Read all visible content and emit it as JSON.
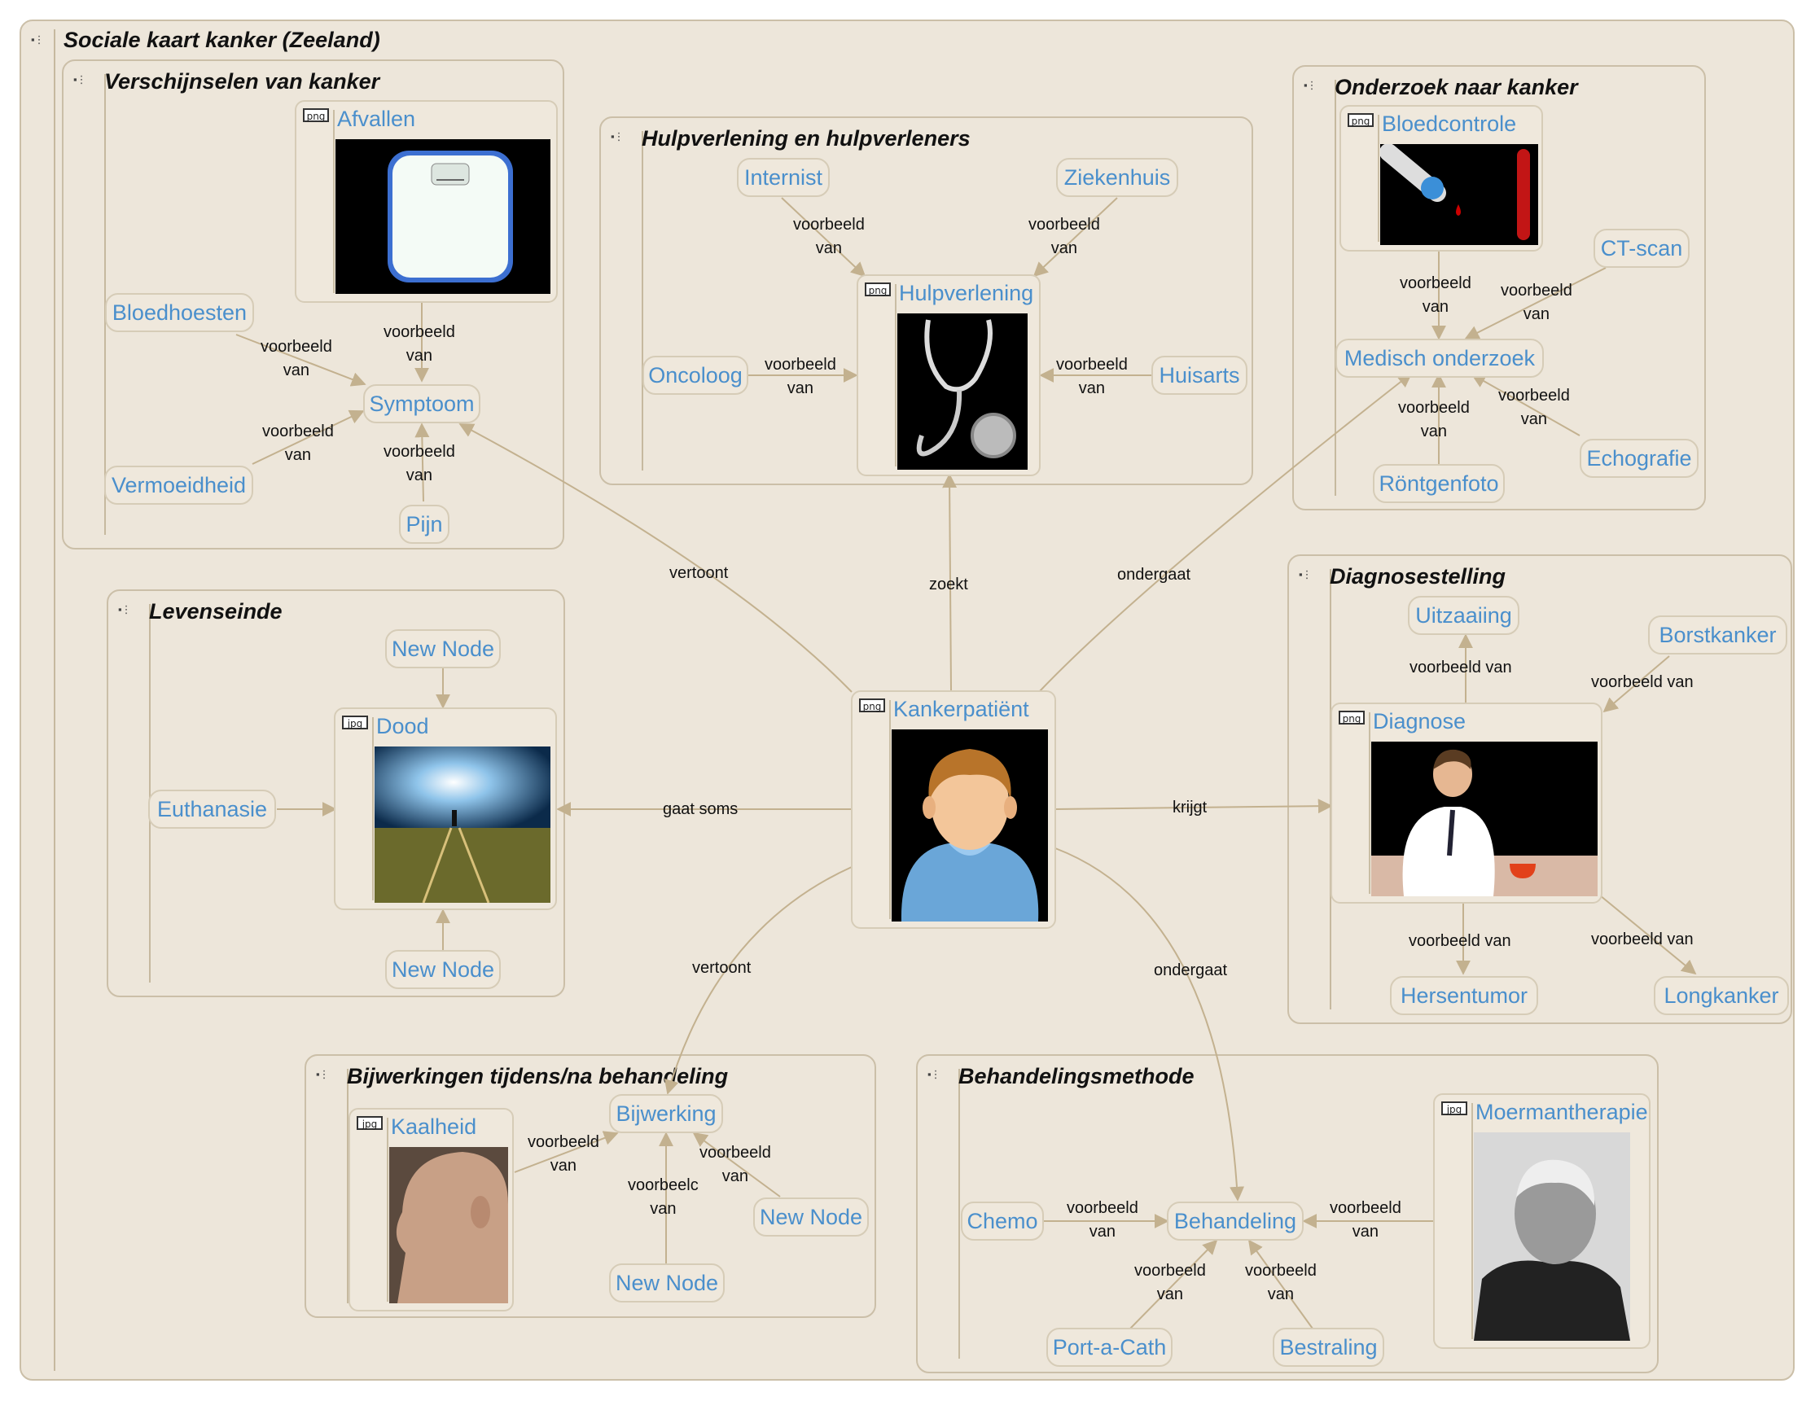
{
  "map": {
    "title": "Sociale kaart kanker (Zeeland)"
  },
  "groups": {
    "verschijnselen": "Verschijnselen van kanker",
    "hulpverlening": "Hulpverlening en hulpverleners",
    "onderzoek": "Onderzoek naar kanker",
    "levenseinde": "Levenseinde",
    "diagnosestelling": "Diagnosestelling",
    "bijwerkingen": "Bijwerkingen tijdens/na behandeling",
    "behandelingsmethode": "Behandelingsmethode"
  },
  "nodes": {
    "kankerpatient": "Kankerpatiënt",
    "afvallen": "Afvallen",
    "bloedhoesten": "Bloedhoesten",
    "symptoom": "Symptoom",
    "vermoeidheid": "Vermoeidheid",
    "pijn": "Pijn",
    "internist": "Internist",
    "ziekenhuis": "Ziekenhuis",
    "hulpverlening": "Hulpverlening",
    "oncoloog": "Oncoloog",
    "huisarts": "Huisarts",
    "bloedcontrole": "Bloedcontrole",
    "ctscan": "CT-scan",
    "medisch_onderzoek": "Medisch onderzoek",
    "echografie": "Echografie",
    "rontgenfoto": "Röntgenfoto",
    "new_node_1": "New Node",
    "dood": "Dood",
    "euthanasie": "Euthanasie",
    "new_node_2": "New Node",
    "uitzaaiing": "Uitzaaiing",
    "borstkanker": "Borstkanker",
    "diagnose": "Diagnose",
    "hersentumor": "Hersentumor",
    "longkanker": "Longkanker",
    "kaalheid": "Kaalheid",
    "bijwerking": "Bijwerking",
    "new_node_3": "New Node",
    "new_node_4": "New Node",
    "moermantherapie": "Moermantherapie",
    "chemo": "Chemo",
    "behandeling": "Behandeling",
    "port_a_cath": "Port-a-Cath",
    "bestraling": "Bestraling"
  },
  "file_tags": {
    "png": "png",
    "jpg": "jpg"
  },
  "links": {
    "vertoont": "vertoont",
    "zoekt": "zoekt",
    "ondergaat": "ondergaat",
    "gaat_soms": "gaat soms",
    "krijgt": "krijgt",
    "voorbeeld": "voorbeeld",
    "van": "van",
    "voorbeeld_van": "voorbeeld van",
    "voorbeeld_cut": "voorbeelc"
  },
  "colors": {
    "background": "#ede6da",
    "border": "#cbbfa8",
    "node_text": "#4a8fcc",
    "link_line": "#c3b18f"
  },
  "icons": {
    "collapse": "outline-collapse-icon"
  }
}
